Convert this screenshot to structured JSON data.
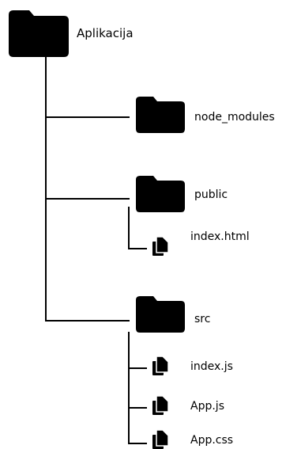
{
  "tree": {
    "root": {
      "label": "Aplikacija",
      "icon": "folder-icon"
    },
    "items": [
      {
        "label": "node_modules",
        "icon": "folder-icon"
      },
      {
        "label": "public",
        "icon": "folder-icon"
      },
      {
        "label": "index.html",
        "icon": "file-icon"
      },
      {
        "label": "src",
        "icon": "folder-icon"
      },
      {
        "label": "index.js",
        "icon": "file-icon"
      },
      {
        "label": "App.js",
        "icon": "file-icon"
      },
      {
        "label": "App.css",
        "icon": "file-icon"
      }
    ],
    "colors": {
      "icon": "#000000",
      "line": "#000000",
      "text": "#000000"
    }
  }
}
